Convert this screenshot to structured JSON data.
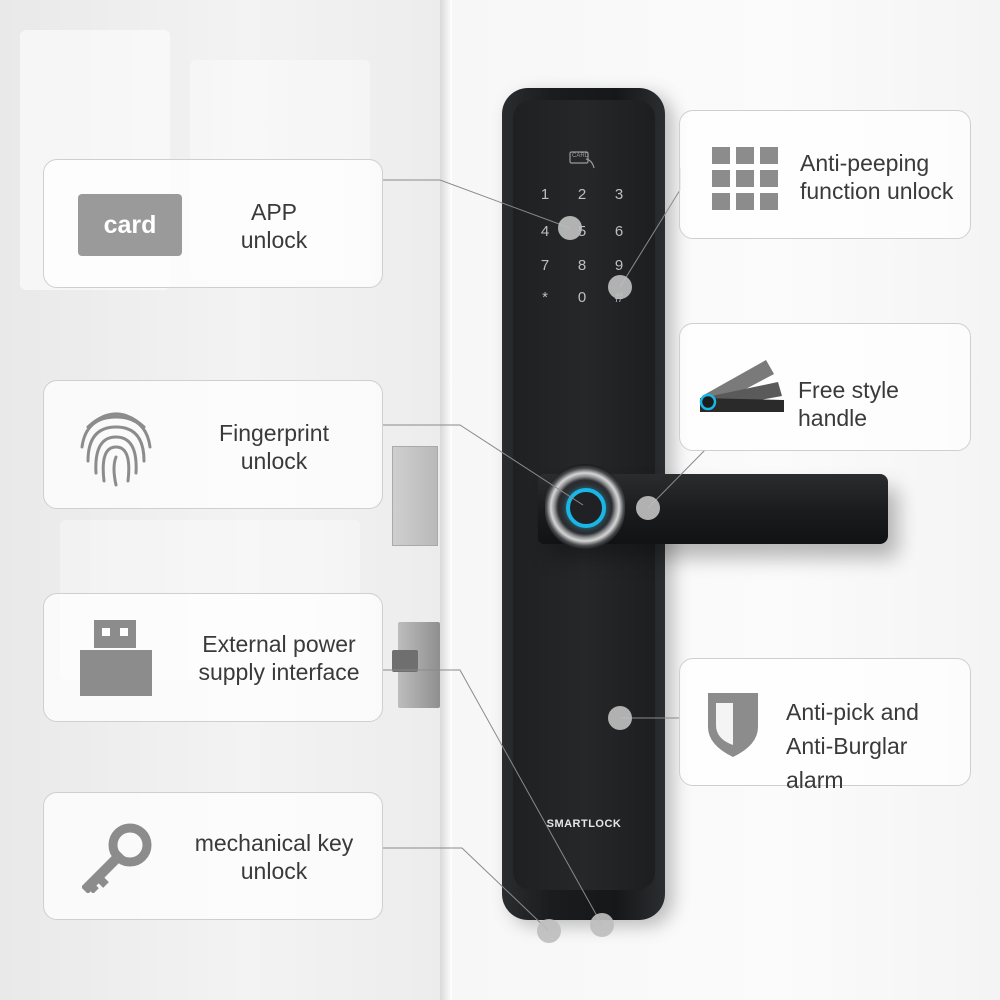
{
  "features": {
    "app_unlock": {
      "badge": "card",
      "label": "APP\nunlock"
    },
    "fingerprint": {
      "label": "Fingerprint\nunlock"
    },
    "power": {
      "label": "External power\nsupply interface"
    },
    "key": {
      "label": "mechanical key\nunlock"
    },
    "anti_peeping": {
      "label": "Anti-peeping\nfunction unlock"
    },
    "handle": {
      "label": "Free style handle"
    },
    "anti_pick": {
      "label": "Anti-pick and\nAnti-Burglar alarm"
    }
  },
  "lock": {
    "brand": "SMARTLOCK",
    "rfid_label": "CARD",
    "keypad": [
      "1",
      "2",
      "3",
      "4",
      "5",
      "6",
      "7",
      "8",
      "9",
      "*",
      "0",
      "#"
    ]
  },
  "colors": {
    "accent_ring": "#1ab7e6",
    "icon_gray": "#8c8c8c",
    "card_border": "#cfcfcf"
  },
  "icons": [
    "card-badge",
    "fingerprint-icon",
    "usb-icon",
    "key-icon",
    "grid-icon",
    "handle-icon",
    "shield-icon"
  ]
}
